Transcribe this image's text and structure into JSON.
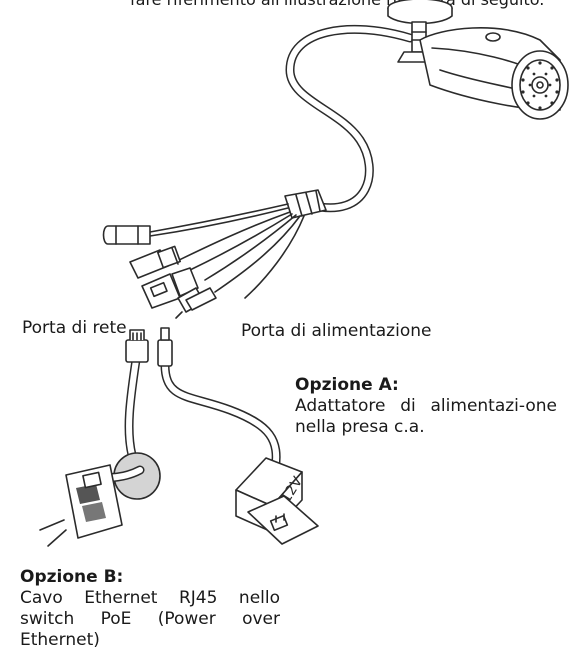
{
  "caption_top": "fare riferimento all'illustrazione riportata di seguito.",
  "labels": {
    "network_port": "Porta di rete",
    "power_port": "Porta di alimentazione"
  },
  "option_a": {
    "title": "Opzione A:",
    "text": "Adattatore di alimentazi-one nella presa c.a."
  },
  "option_b": {
    "title": "Opzione B:",
    "text": "Cavo Ethernet RJ45 nello switch PoE (Power over Ethernet)"
  },
  "adapter_marking": "12V",
  "icons": [
    "bullet-camera-icon",
    "camera-mount-icon",
    "dc-plug-icon",
    "rj45-connector-icon",
    "power-adapter-icon",
    "wall-outlet-icon",
    "poe-switch-icon"
  ]
}
